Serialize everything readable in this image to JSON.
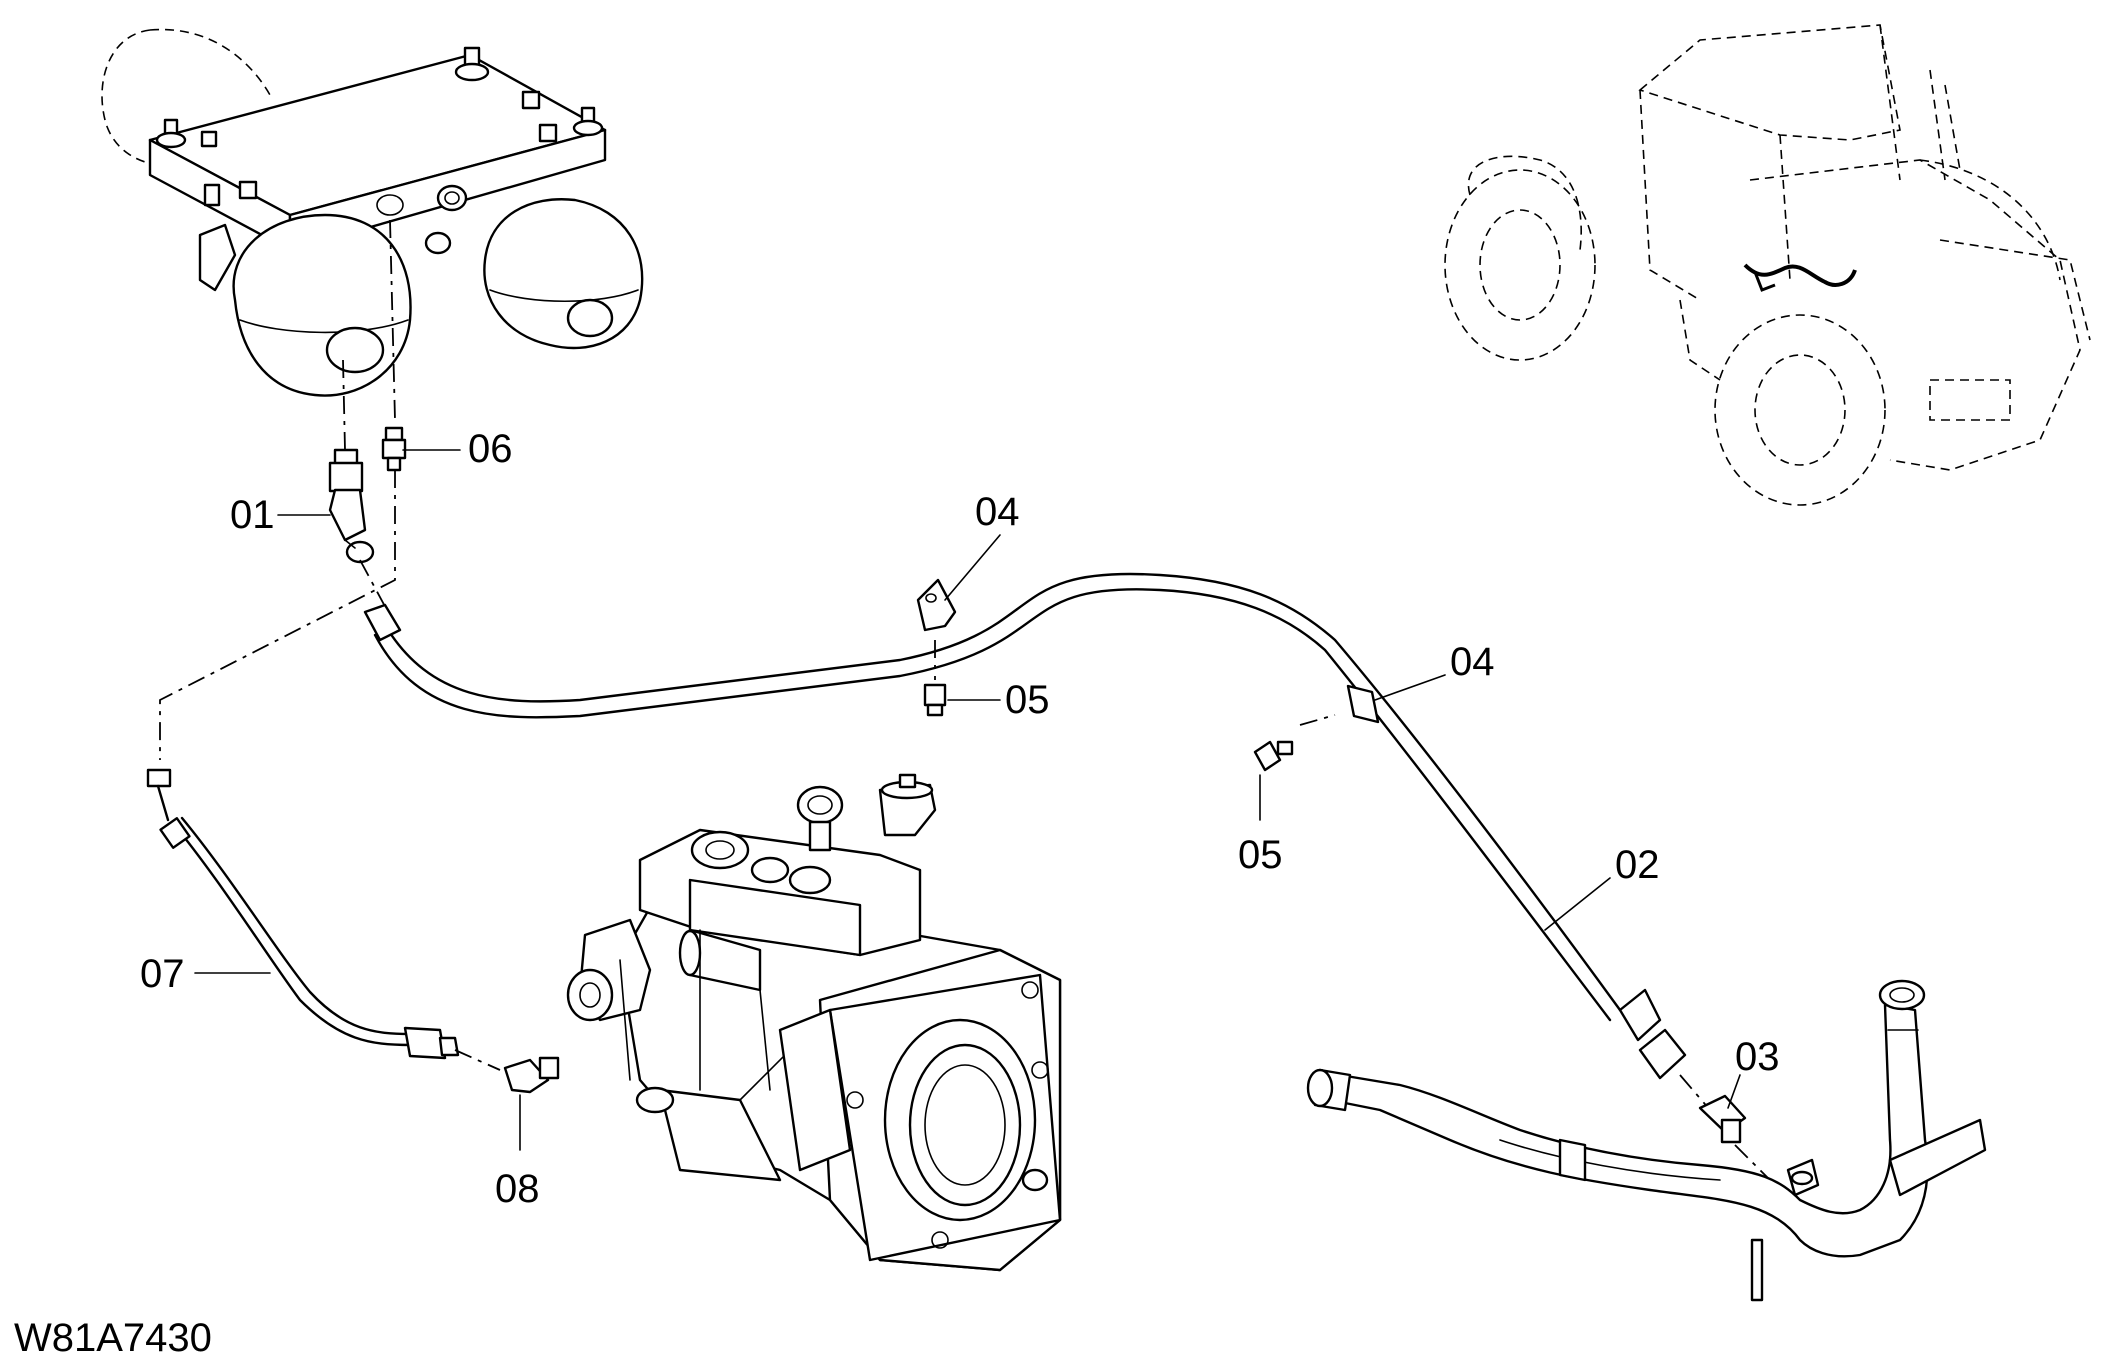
{
  "figure_id": "W81A7430",
  "callouts": [
    {
      "id": "01",
      "label": "01"
    },
    {
      "id": "02",
      "label": "02"
    },
    {
      "id": "03",
      "label": "03"
    },
    {
      "id": "04a",
      "label": "04"
    },
    {
      "id": "04b",
      "label": "04"
    },
    {
      "id": "05a",
      "label": "05"
    },
    {
      "id": "05b",
      "label": "05"
    },
    {
      "id": "06",
      "label": "06"
    },
    {
      "id": "07",
      "label": "07"
    },
    {
      "id": "08",
      "label": "08"
    }
  ],
  "components": [
    "accumulator-block-icon",
    "tractor-location-icon",
    "elbow-fitting-icon",
    "hose-icon",
    "clamp-icon",
    "bolt-icon",
    "hydraulic-pump-icon",
    "steel-pipe-icon"
  ]
}
